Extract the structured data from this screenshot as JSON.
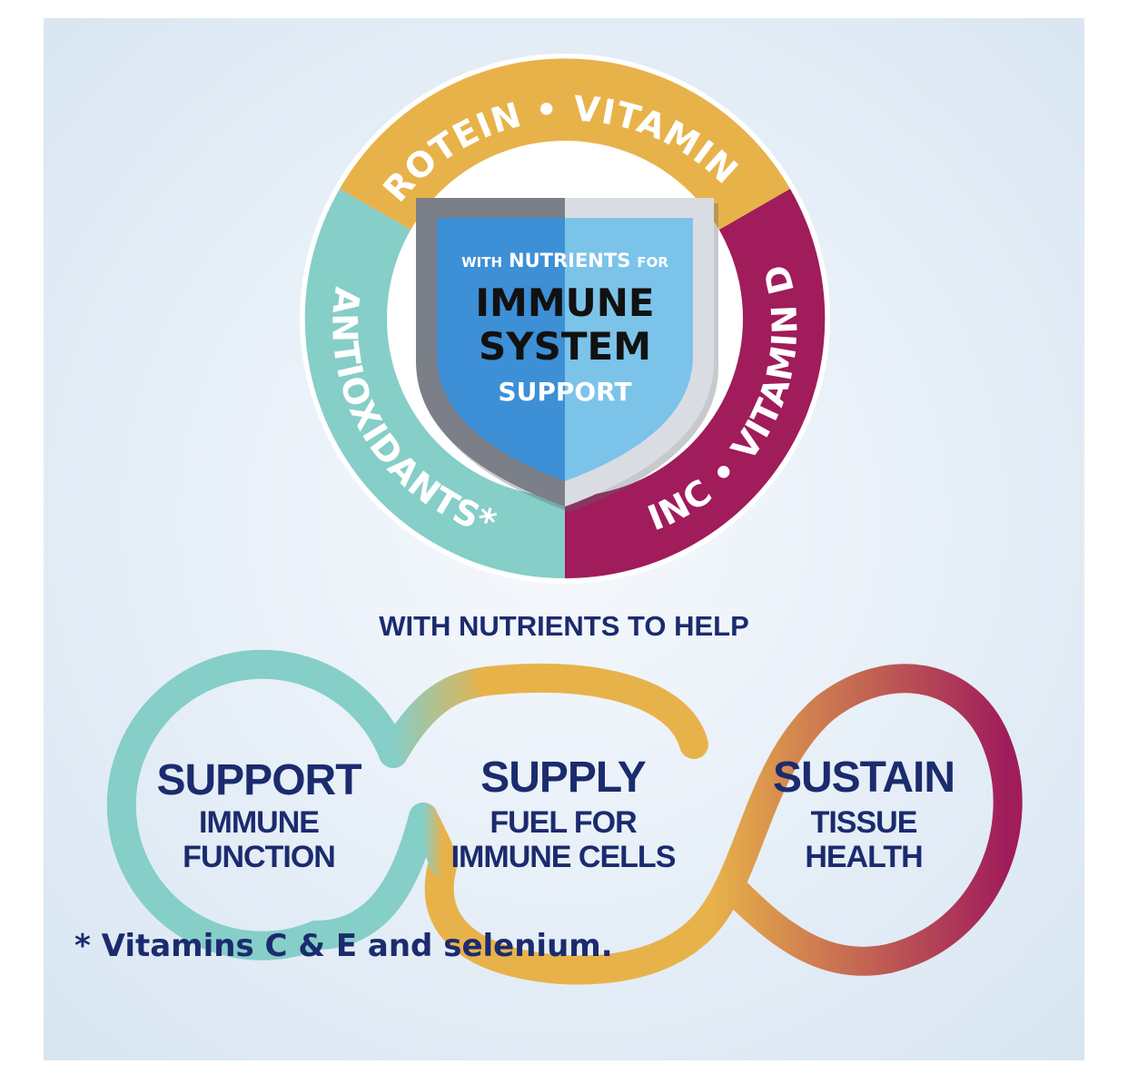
{
  "ring": {
    "top_label": "PROTEIN • VITAMIN A",
    "left_label": "ANTIOXIDANTS*",
    "right_label": "ZINC • VITAMIN D",
    "colors": {
      "top": "#e8b24a",
      "left": "#86cec8",
      "right": "#a01c5b"
    }
  },
  "shield": {
    "line1_pre": "WITH",
    "line1_main": "NUTRIENTS",
    "line1_post": "FOR",
    "line2": "IMMUNE",
    "line3": "SYSTEM",
    "line4": "SUPPORT"
  },
  "headline": "WITH NUTRIENTS TO HELP",
  "loops": [
    {
      "title": "SUPPORT",
      "line1": "IMMUNE",
      "line2": "FUNCTION",
      "color": "#86cec8"
    },
    {
      "title": "SUPPLY",
      "line1": "FUEL FOR",
      "line2": "IMMUNE CELLS",
      "color": "#e8b24a"
    },
    {
      "title": "SUSTAIN",
      "line1": "TISSUE",
      "line2": "HEALTH",
      "color": "#a01c5b"
    }
  ],
  "footnote": "* Vitamins C & E and selenium."
}
